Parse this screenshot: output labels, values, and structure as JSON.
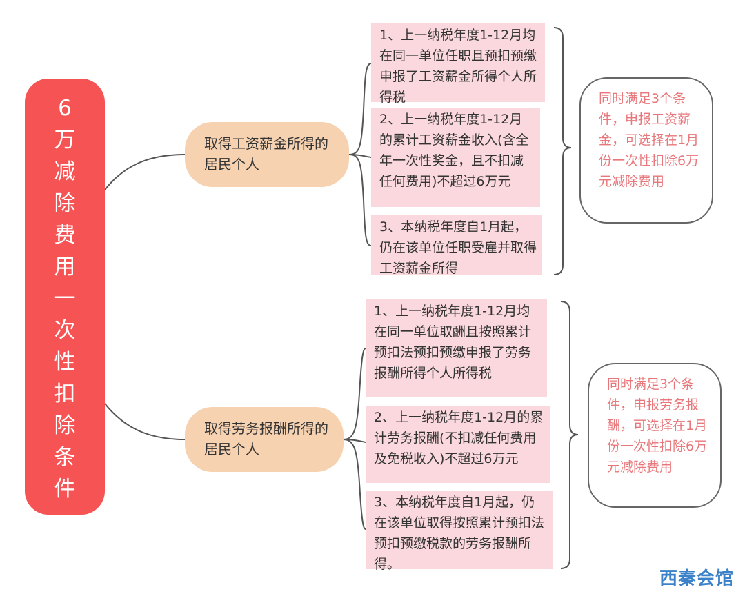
{
  "root": {
    "chars": [
      "6",
      "万",
      "减",
      "除",
      "费",
      "用",
      "一",
      "次",
      "性",
      "扣",
      "除",
      "条",
      "件"
    ]
  },
  "branches": [
    {
      "label": "取得工资薪金所得的居民个人",
      "conditions": [
        "1、上一纳税年度1-12月均在同一单位任职且预扣预缴申报了工资薪金所得个人所得税",
        "2、上一纳税年度1-12月的累计工资薪金收入(含全年一次性奖金，且不扣减任何费用)不超过6万元",
        "3、本纳税年度自1月起，仍在该单位任职受雇并取得工资薪金所得"
      ],
      "summary": "同时满足3个条件，申报工资薪金，可选择在1月份一次性扣除6万元减除费用"
    },
    {
      "label": "取得劳务报酬所得的居民个人",
      "conditions": [
        "1、上一纳税年度1-12月均在同一单位取酬且按照累计预扣法预扣预缴申报了劳务报酬所得个人所得税",
        "2、上一纳税年度1-12月的累计劳务报酬(不扣减任何费用及免税收入)不超过6万元",
        "3、本纳税年度自1月起，仍在该单位取得按照累计预扣法预扣预缴税款的劳务报酬所得。"
      ],
      "summary": "同时满足3个条件，申报劳务报酬，可选择在1月份一次性扣除6万元减除费用"
    }
  ],
  "watermark": "西秦会馆",
  "colors": {
    "root": "#f65354",
    "branch": "#f7d2b1",
    "leaf": "#fad8dd",
    "summary_text": "#e8777b",
    "connector": "#555555"
  }
}
